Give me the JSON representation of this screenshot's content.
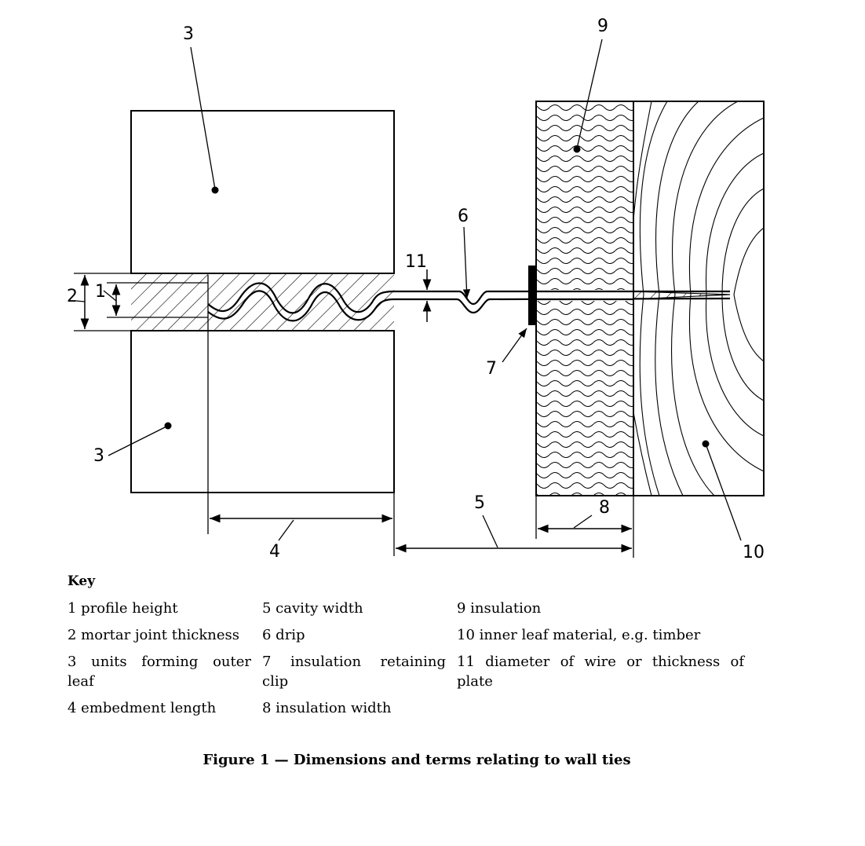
{
  "figure": {
    "callouts": {
      "c1": "1",
      "c2": "2",
      "c3_top": "3",
      "c3_bottom": "3",
      "c4": "4",
      "c5": "5",
      "c6": "6",
      "c7": "7",
      "c8": "8",
      "c9": "9",
      "c10": "10",
      "c11": "11"
    }
  },
  "key": {
    "title": "Key",
    "rows": [
      [
        "1 profile height",
        "5 cavity width",
        "9 insulation"
      ],
      [
        "2 mortar joint thickness",
        "6 drip",
        "10 inner leaf material, e.g. timber"
      ],
      [
        "3 units forming outer leaf",
        "7 insulation retaining clip",
        "11 diameter of wire or thickness of plate"
      ],
      [
        "4 embedment length",
        "8 insulation width",
        ""
      ]
    ]
  },
  "caption": "Figure 1 — Dimensions and terms relating to wall ties"
}
